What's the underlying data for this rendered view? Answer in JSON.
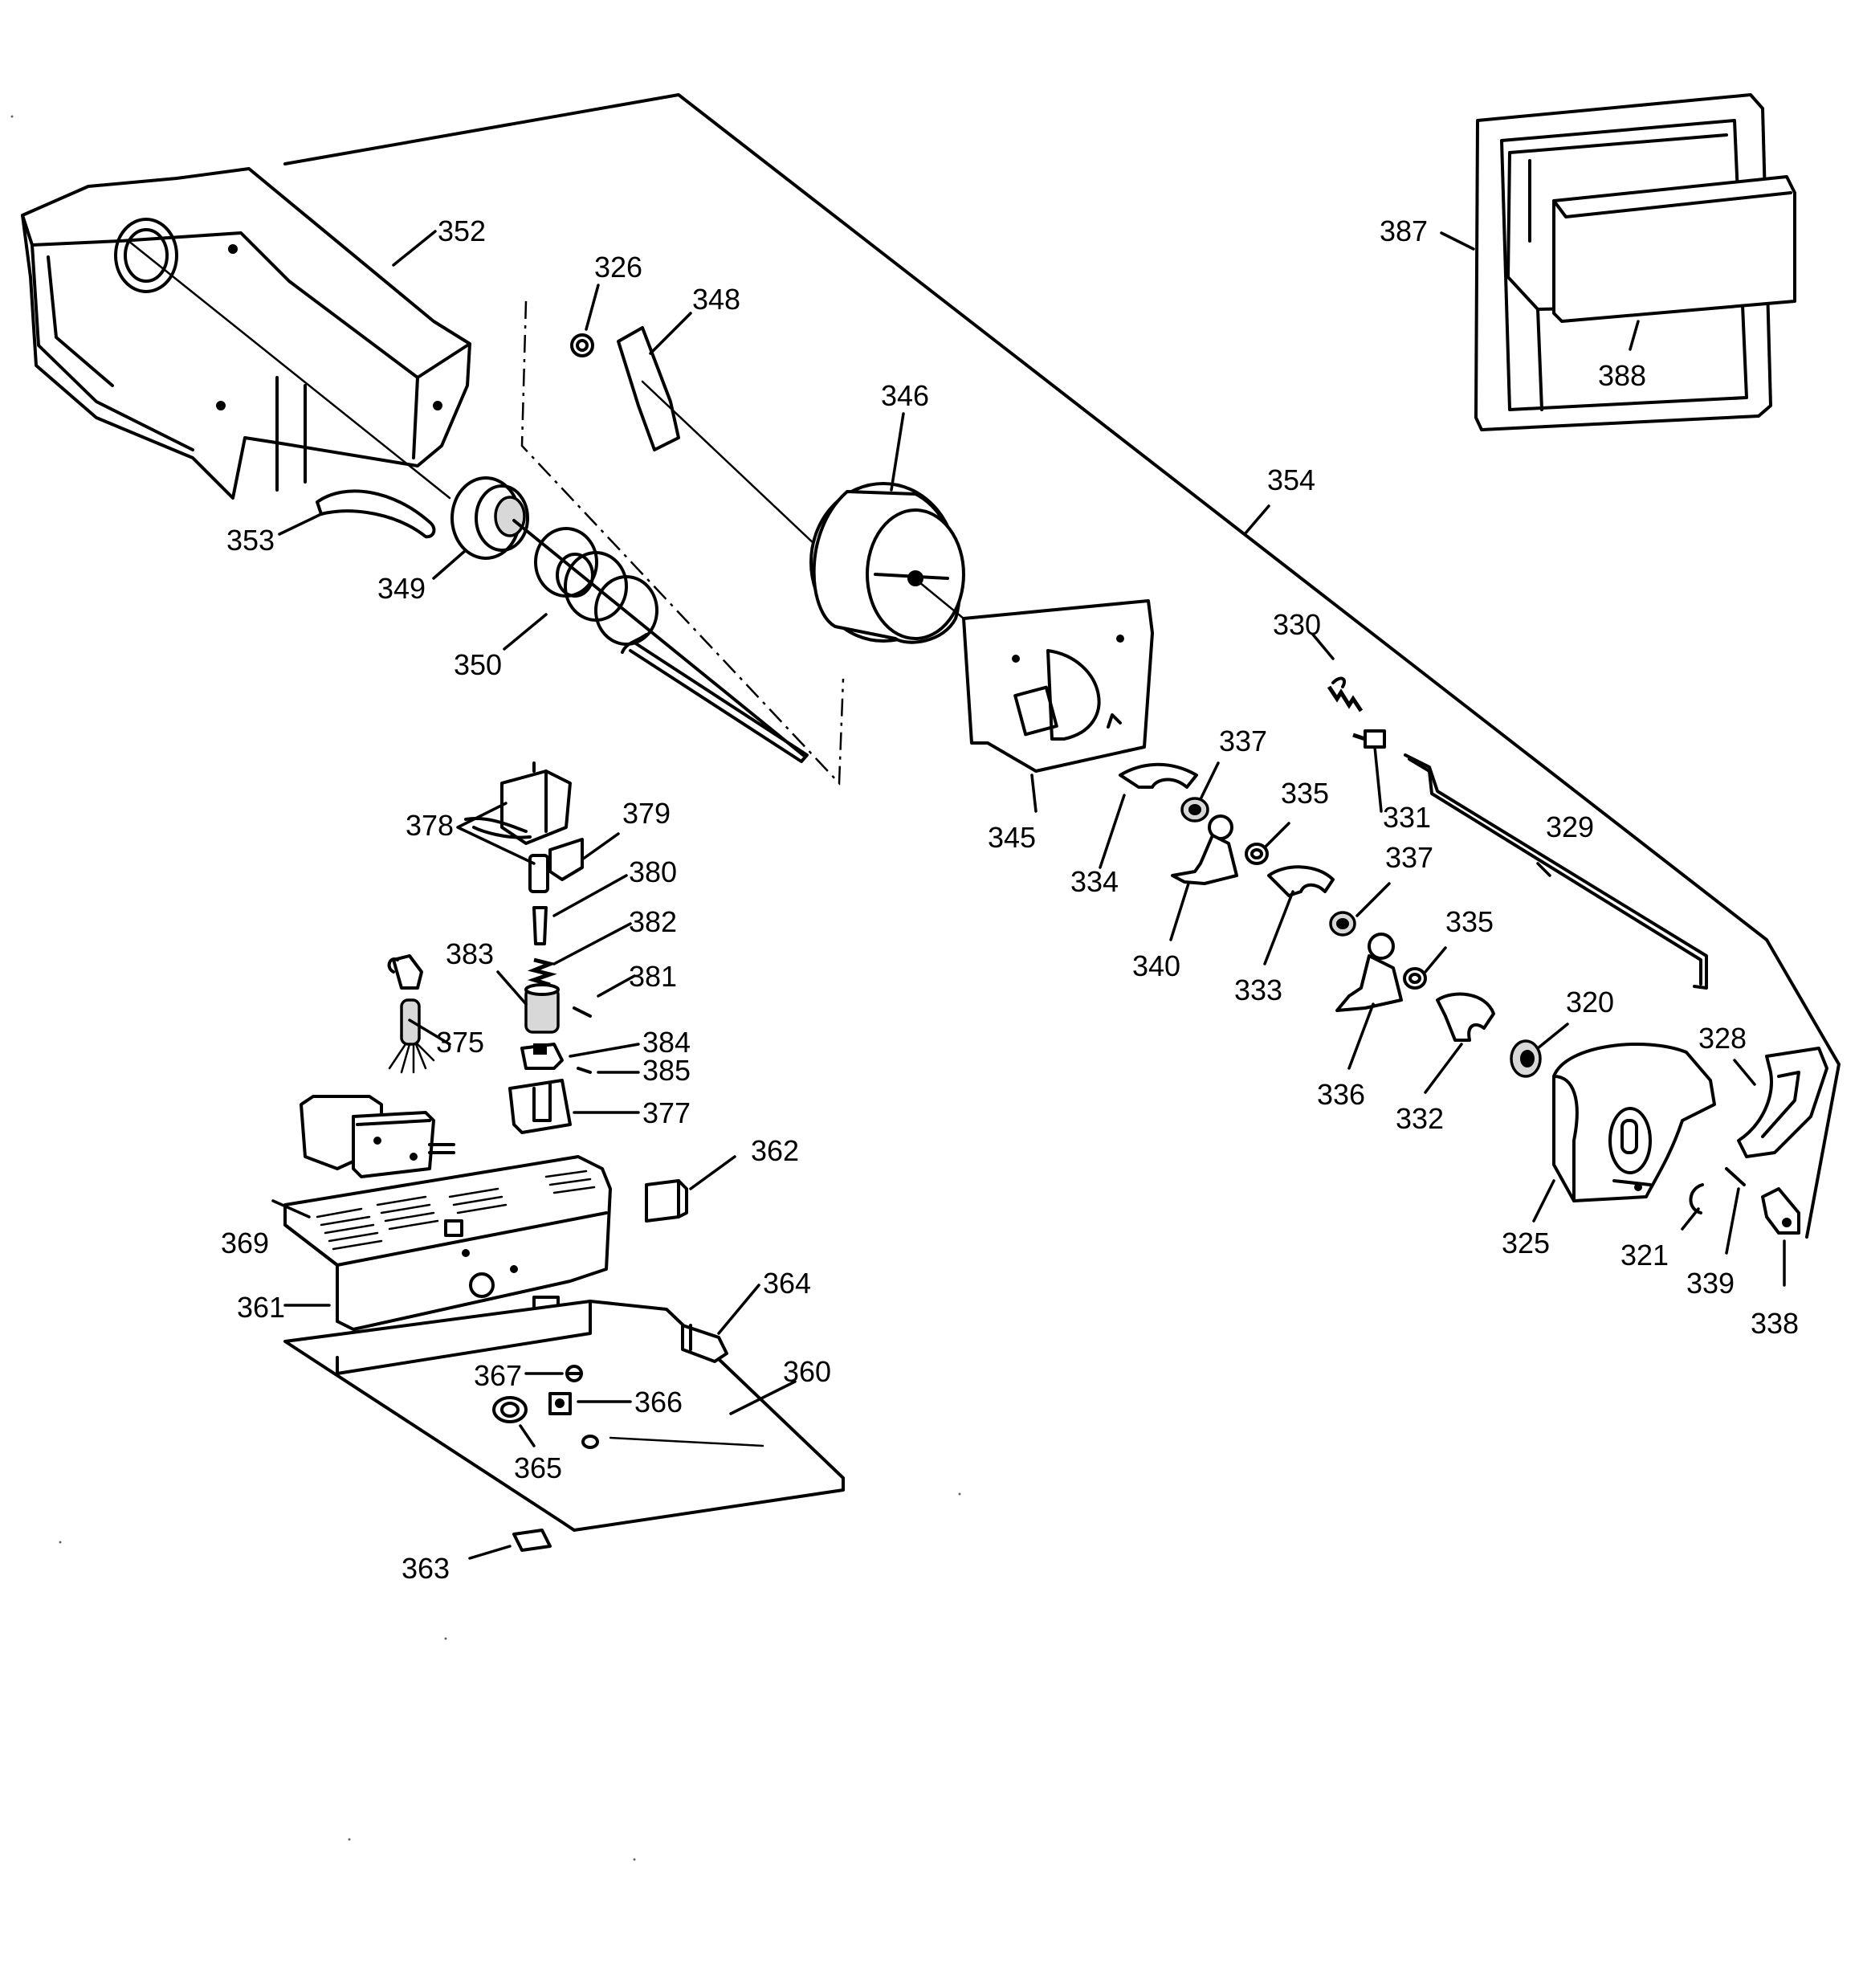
{
  "labels": {
    "p320": "320",
    "p321": "321",
    "p325": "325",
    "p326": "326",
    "p328": "328",
    "p329": "329",
    "p330": "330",
    "p331": "331",
    "p332": "332",
    "p333": "333",
    "p334": "334",
    "p335a": "335",
    "p335b": "335",
    "p336": "336",
    "p337a": "337",
    "p337b": "337",
    "p338": "338",
    "p339": "339",
    "p340": "340",
    "p345": "345",
    "p346": "346",
    "p348": "348",
    "p349": "349",
    "p350": "350",
    "p352": "352",
    "p353": "353",
    "p354": "354",
    "p360": "360",
    "p361": "361",
    "p362": "362",
    "p363": "363",
    "p364": "364",
    "p365": "365",
    "p366": "366",
    "p367": "367",
    "p369": "369",
    "p375": "375",
    "p377": "377",
    "p378": "378",
    "p379": "379",
    "p380": "380",
    "p381": "381",
    "p382": "382",
    "p383": "383",
    "p384": "384",
    "p385": "385",
    "p387": "387",
    "p388": "388"
  }
}
